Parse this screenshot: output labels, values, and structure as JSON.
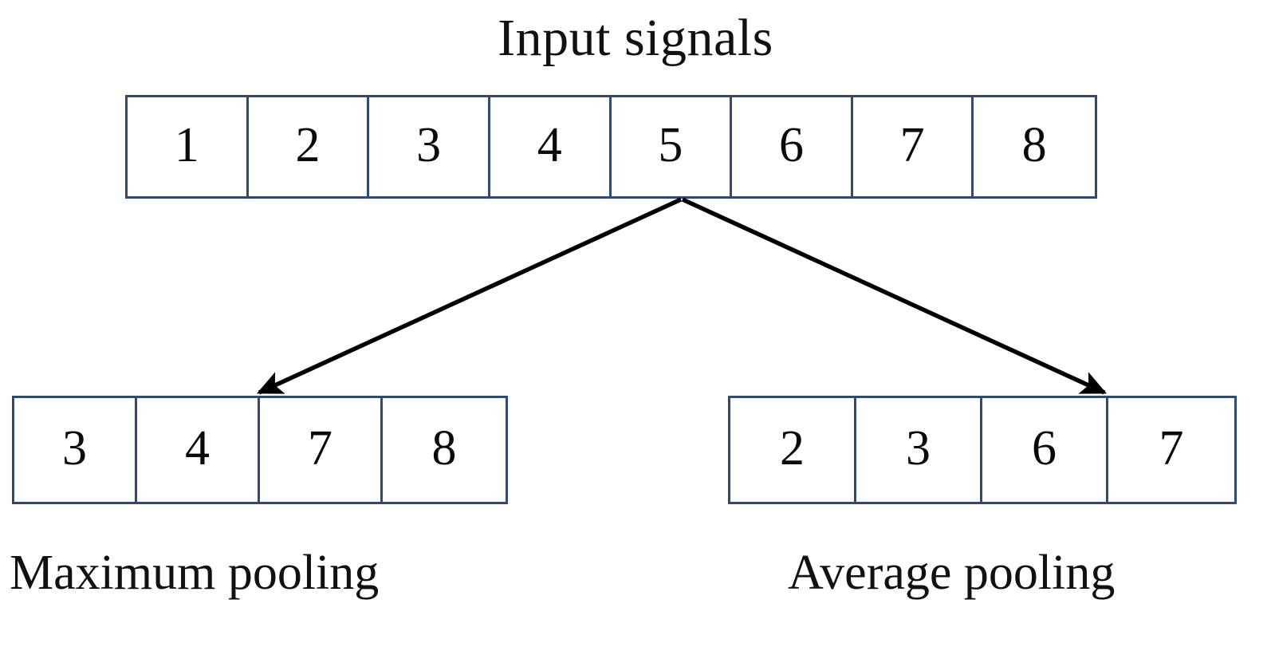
{
  "diagram": {
    "title": "Input signals",
    "colors": {
      "cell_border": "#2f4a73",
      "arrow": "#000000",
      "text": "#111111",
      "background": "#ffffff"
    },
    "input_row": {
      "name": "input signals",
      "values": [
        "1",
        "2",
        "3",
        "4",
        "5",
        "6",
        "7",
        "8"
      ]
    },
    "outputs": [
      {
        "name": "Maximum pooling",
        "caption": "Maximum pooling",
        "values": [
          "3",
          "4",
          "7",
          "8"
        ]
      },
      {
        "name": "Average pooling",
        "caption": "Average pooling",
        "values": [
          "2",
          "3",
          "6",
          "7"
        ]
      }
    ],
    "arrows": [
      {
        "name": "arrow-to-maximum-pooling",
        "from": "input-row-bottom-center",
        "to": "maximum-pooling-row-top"
      },
      {
        "name": "arrow-to-average-pooling",
        "from": "input-row-bottom-center",
        "to": "average-pooling-row-top"
      }
    ]
  }
}
